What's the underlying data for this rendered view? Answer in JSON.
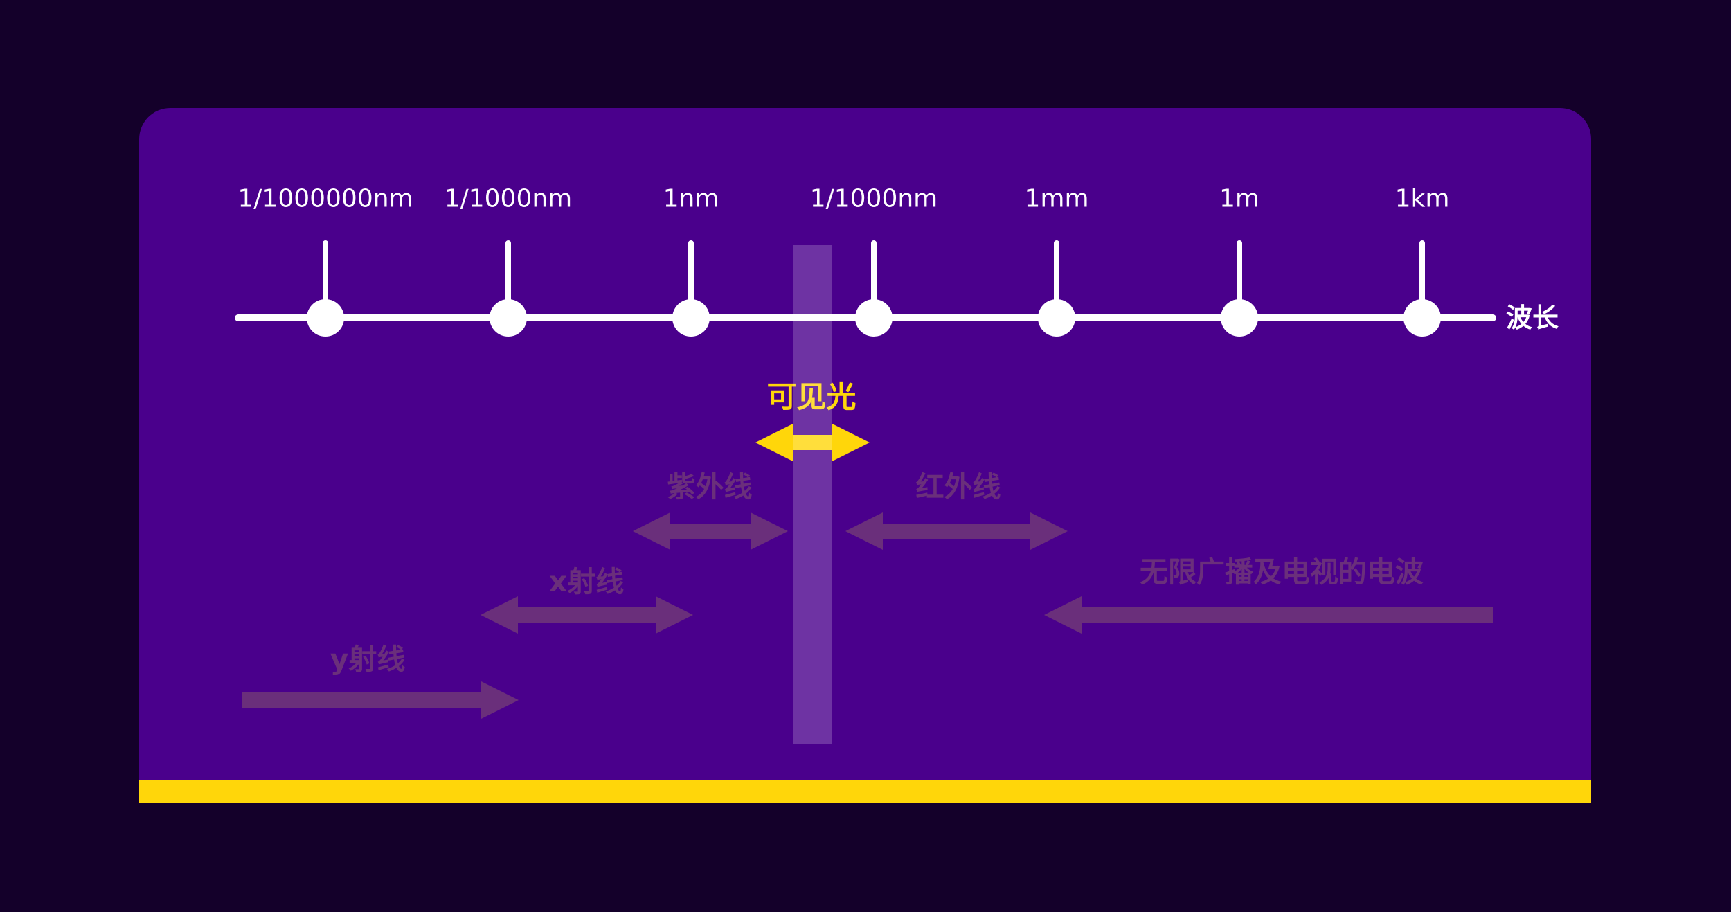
{
  "colors": {
    "background": "#14002a",
    "card": "#4a008c",
    "axis": "#ffffff",
    "visible_light": "#ffd60a",
    "other_ranges": "#6a2f7b",
    "bottom_bar": "#ffd60a"
  },
  "axis": {
    "label": "波长",
    "ticks": [
      "1/1000000nm",
      "1/1000nm",
      "1nm",
      "1/1000nm",
      "1mm",
      "1m",
      "1km"
    ]
  },
  "visible_light": {
    "label": "可见光"
  },
  "ranges": {
    "ultraviolet": {
      "label": "紫外线"
    },
    "infrared": {
      "label": "红外线"
    },
    "x_ray": {
      "label": "x射线"
    },
    "gamma_ray": {
      "label": "y射线"
    },
    "radio": {
      "label": "无限广播及电视的电波"
    }
  }
}
